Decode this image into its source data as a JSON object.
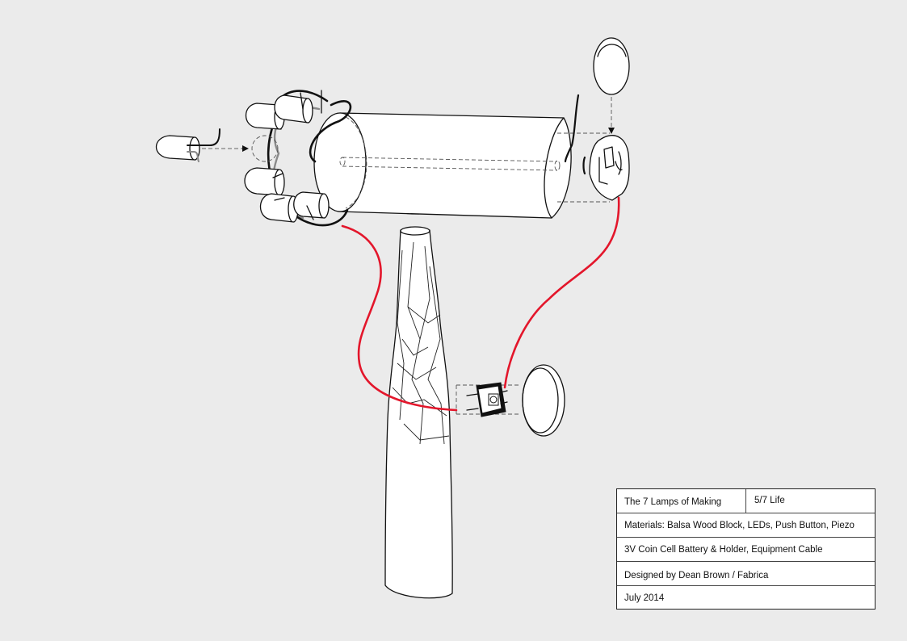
{
  "title_block": {
    "title": "The 7 Lamps of Making",
    "part": "5/7 Life",
    "materials": "Materials: Balsa Wood Block, LEDs, Push Button, Piezo",
    "materials_2": "3V Coin Cell Battery & Holder, Equipment Cable",
    "designer": "Designed by Dean Brown / Fabrica",
    "date": "July 2014"
  },
  "colors": {
    "background": "#ebebeb",
    "wire": "#e3162b",
    "line": "#111111"
  }
}
